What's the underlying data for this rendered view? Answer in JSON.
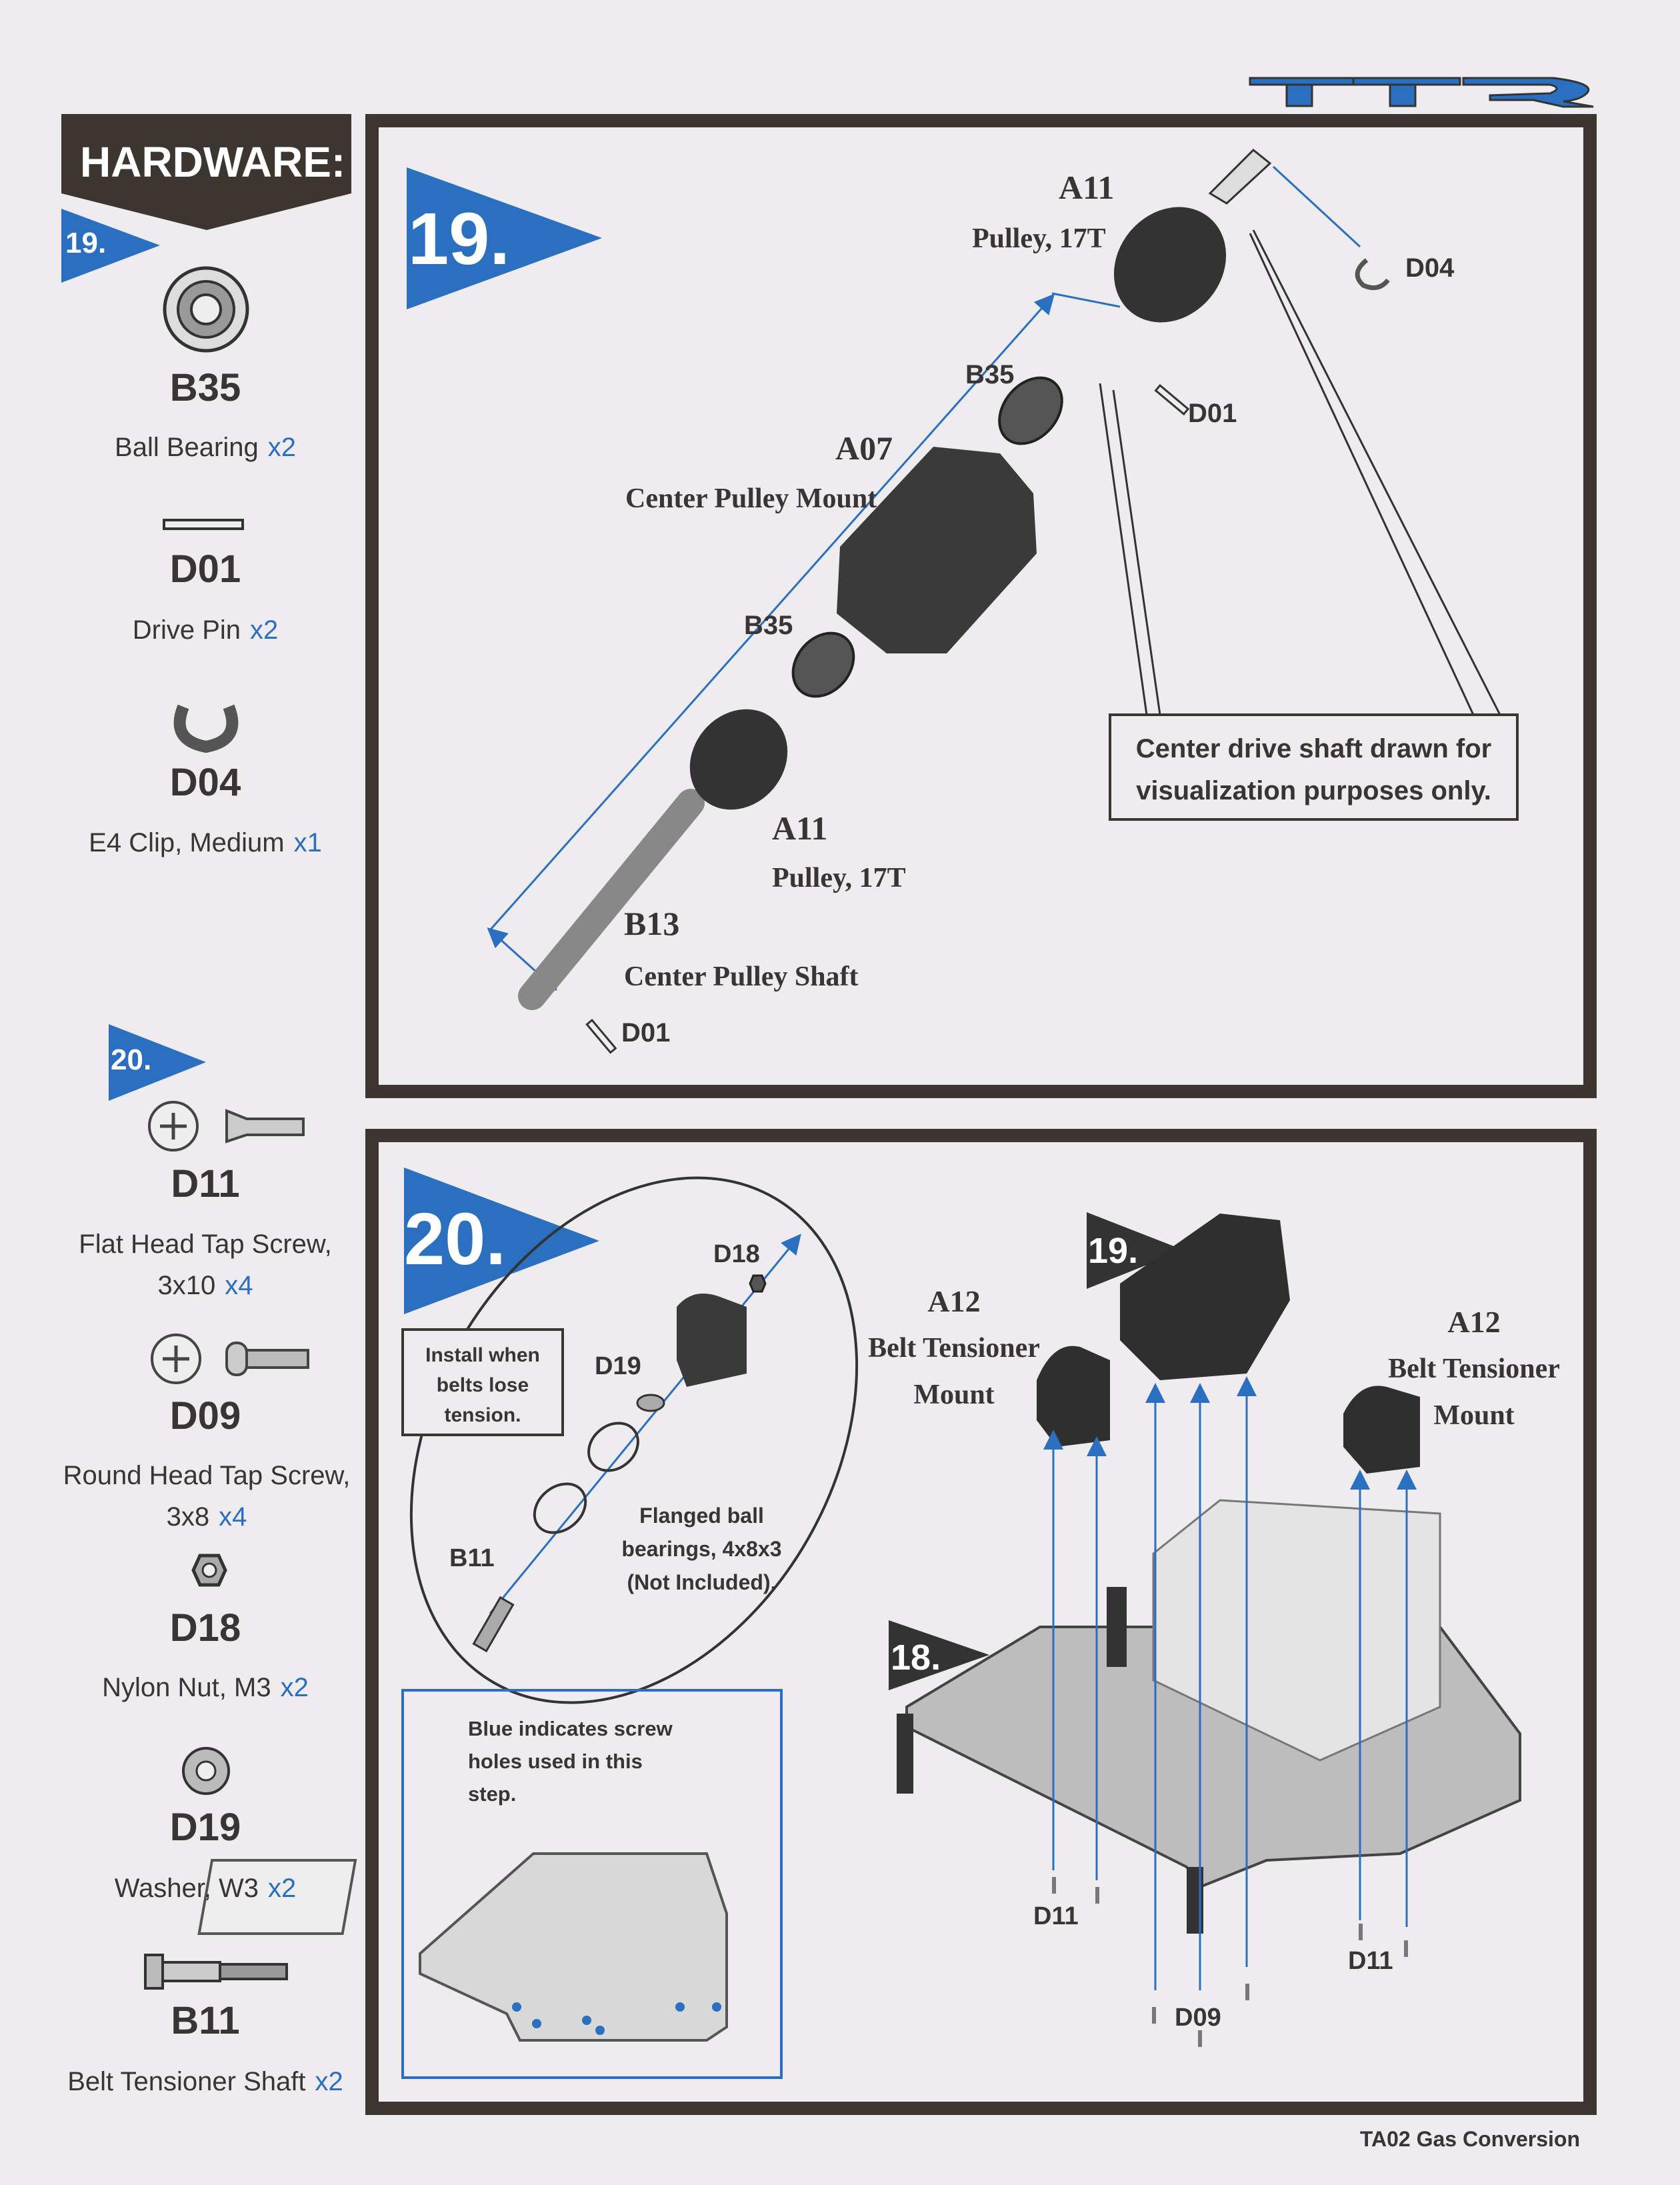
{
  "brand": {
    "logo": "TTR",
    "blue": "#2a6fc0",
    "frame": "#3d3530"
  },
  "hardware": {
    "title": "HARDWARE:",
    "steps": [
      {
        "step": "19.",
        "items": [
          {
            "code": "B35",
            "name": "Ball Bearing",
            "qty": "x2"
          },
          {
            "code": "D01",
            "name": "Drive Pin",
            "qty": "x2"
          },
          {
            "code": "D04",
            "name": "E4 Clip, Medium",
            "qty": "x1"
          }
        ]
      },
      {
        "step": "20.",
        "items": [
          {
            "code": "D11",
            "name": "Flat Head Tap Screw,",
            "name2": "3x10",
            "qty": "x4"
          },
          {
            "code": "D09",
            "name": "Round Head Tap Screw,",
            "name2": "3x8",
            "qty": "x4"
          },
          {
            "code": "D18",
            "name": "Nylon Nut, M3",
            "qty": "x2"
          },
          {
            "code": "D19",
            "name": "Washer, W3",
            "qty": "x2"
          },
          {
            "code": "B11",
            "name": "Belt Tensioner Shaft",
            "qty": "x2"
          }
        ]
      }
    ]
  },
  "step19": {
    "number": "19.",
    "labels": {
      "a11_top": "A11",
      "a11_top_name": "Pulley, 17T",
      "d04": "D04",
      "b35_top": "B35",
      "d01_top": "D01",
      "a07": "A07",
      "a07_name": "Center Pulley Mount",
      "b35_bottom": "B35",
      "a11_bottom": "A11",
      "a11_bottom_name": "Pulley, 17T",
      "b13": "B13",
      "b13_name": "Center Pulley Shaft",
      "d01_bottom": "D01"
    },
    "callout": [
      "Center drive shaft drawn for",
      "visualization purposes only."
    ]
  },
  "step20": {
    "number": "20.",
    "install_note": [
      "Install when",
      "belts lose",
      "tension."
    ],
    "labels": {
      "d18": "D18",
      "d19": "D19",
      "b11": "B11",
      "flanged": [
        "Flanged ball",
        "bearings, 4x8x3",
        "(Not Included)."
      ],
      "ref19": "19.",
      "ref18": "18.",
      "a12_left": "A12",
      "a12_left_name": [
        "Belt Tensioner",
        "Mount"
      ],
      "a12_right": "A12",
      "a12_right_name": [
        "Belt Tensioner",
        "Mount"
      ],
      "d11_left": "D11",
      "d09": "D09",
      "d11_right": "D11"
    },
    "blue_note": [
      "Blue indicates screw",
      "holes used in this",
      "step."
    ]
  },
  "footer": "TA02 Gas Conversion"
}
